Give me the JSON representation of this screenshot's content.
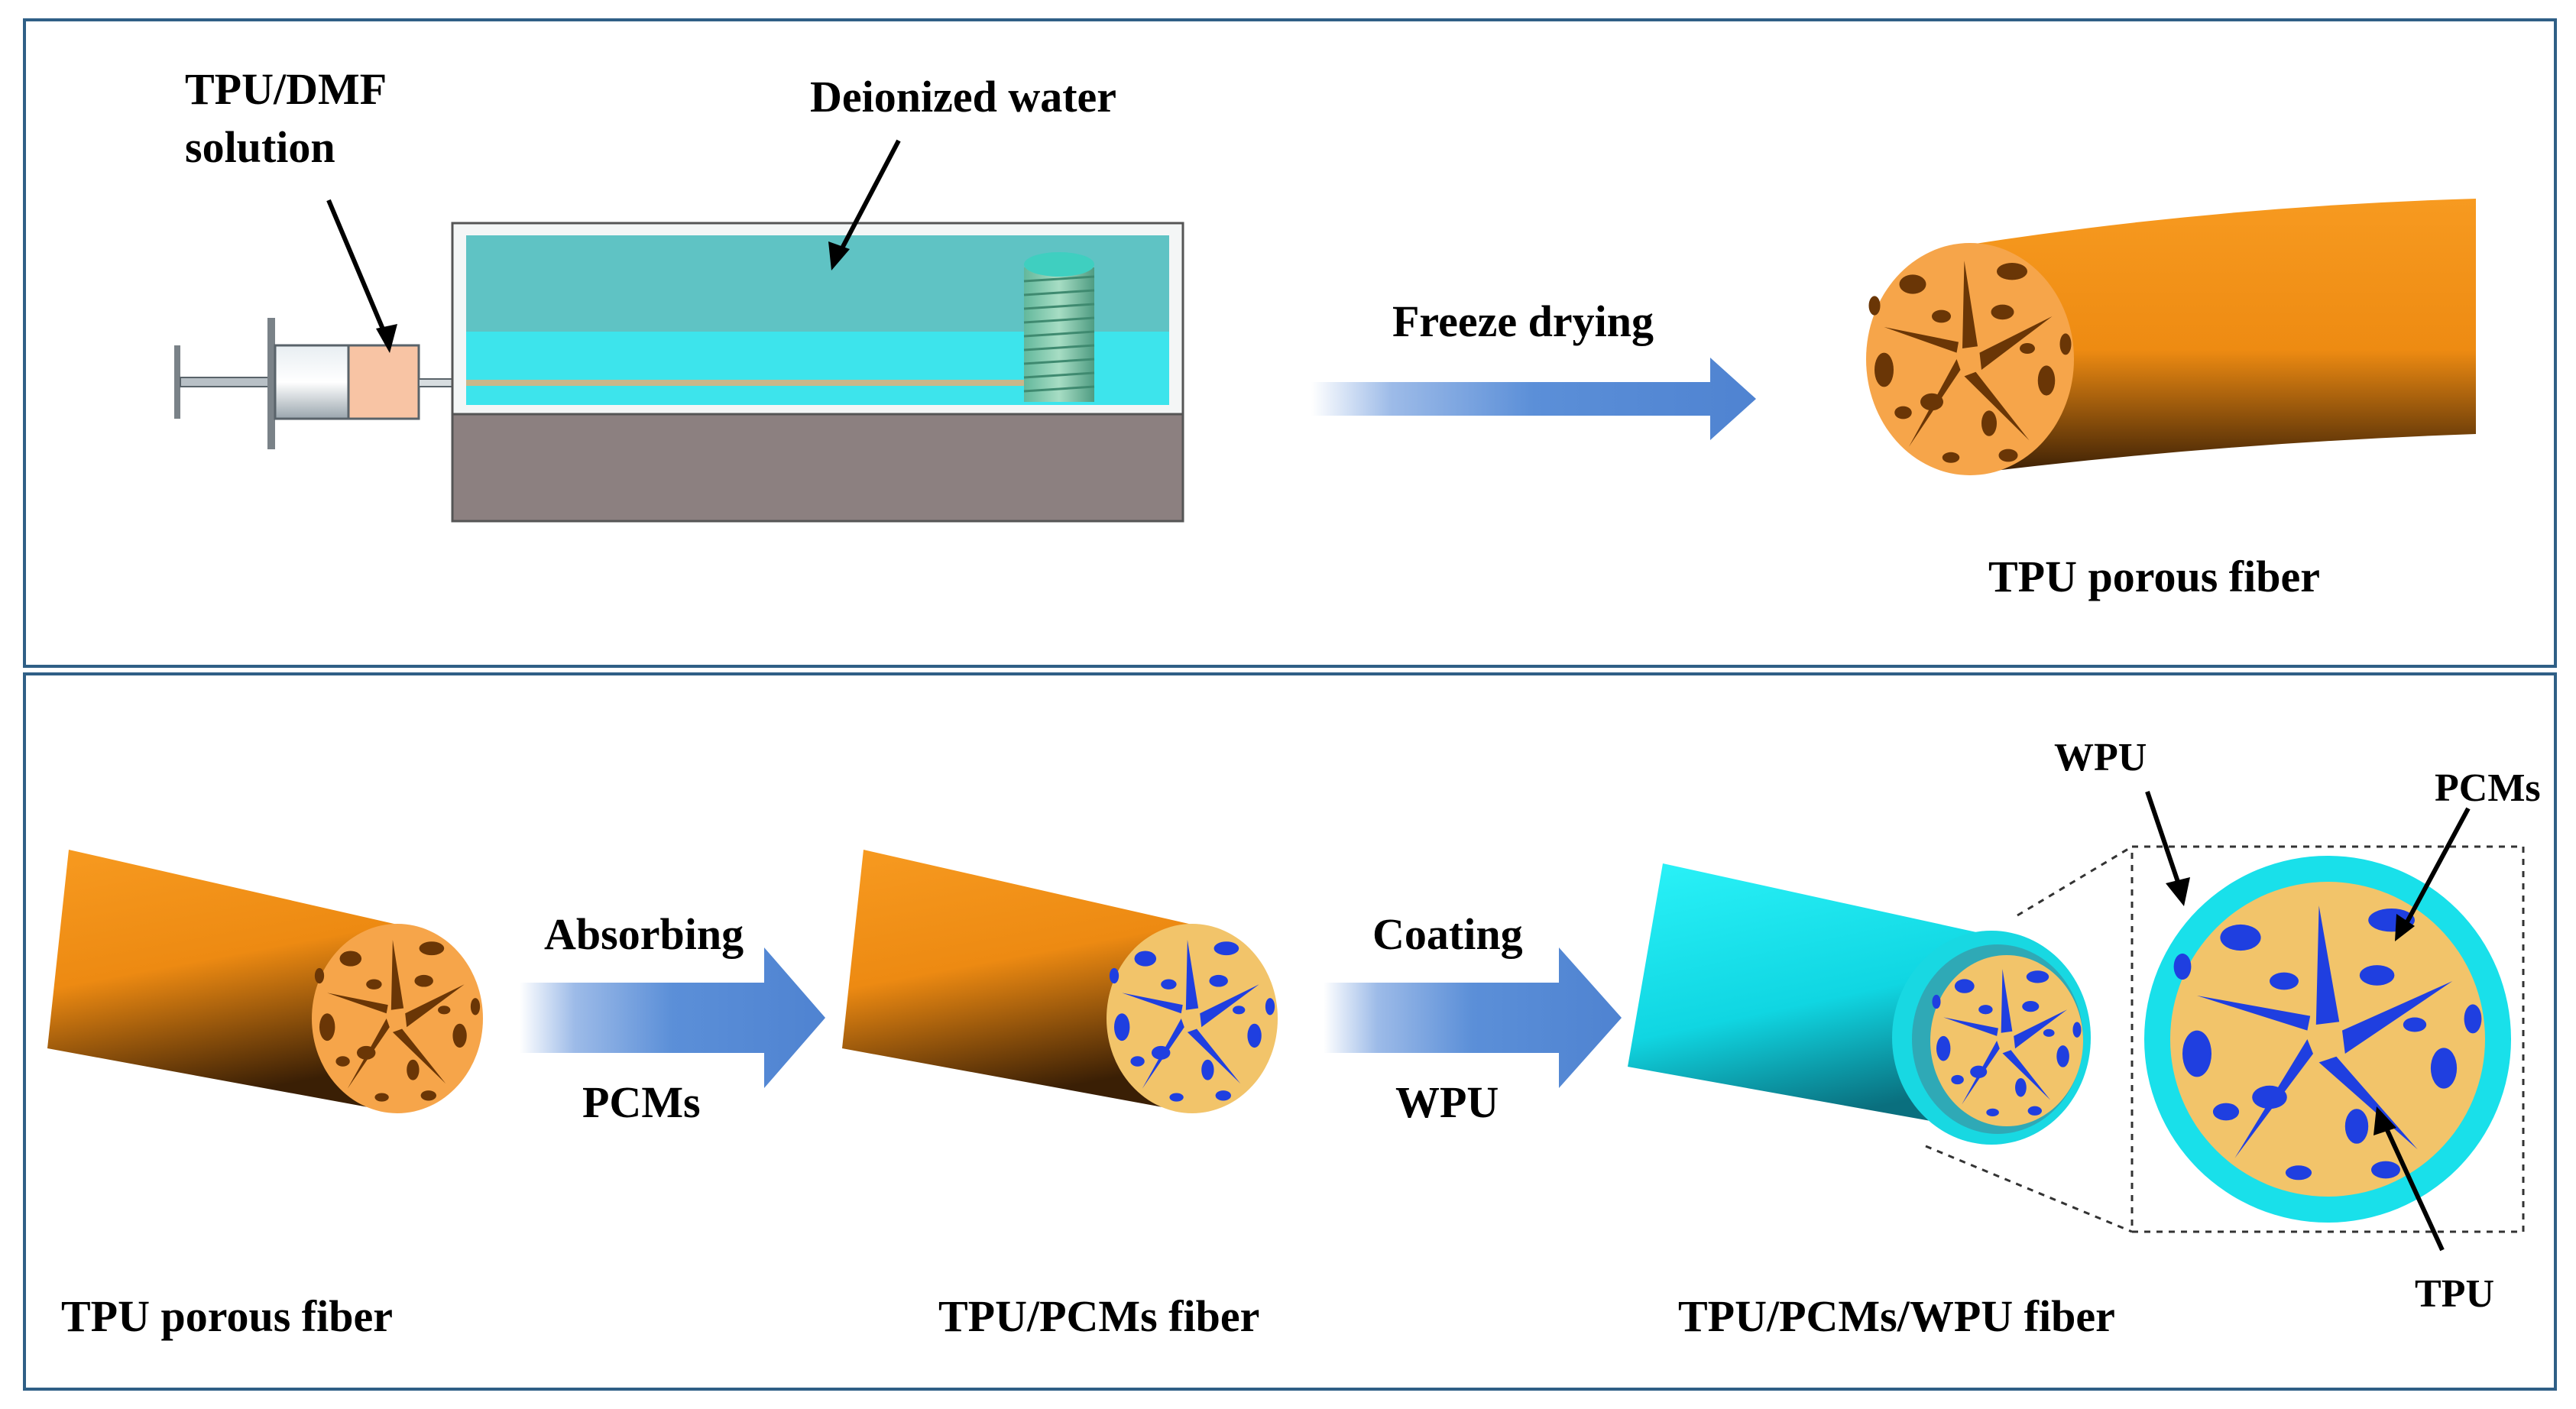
{
  "top": {
    "syringe_label": [
      "TPU/DMF",
      "solution"
    ],
    "bath_label": "Deionized water",
    "step_label": "Freeze drying",
    "fiber_label": "TPU porous fiber"
  },
  "bottom": {
    "fiber1_label": "TPU porous fiber",
    "step1_top": "Absorbing",
    "step1_bottom": "PCMs",
    "fiber2_label": "TPU/PCMs fiber",
    "step2_top": "Coating",
    "step2_bottom": "WPU",
    "fiber3_label": "TPU/PCMs/WPU fiber",
    "detail_labels": {
      "wpu": "WPU",
      "pcms": "PCMs",
      "tpu": "TPU"
    }
  },
  "colors": {
    "frame": "#2f5f86",
    "fiber_orange": "#f7941d",
    "fiber_dark": "#3a1f05",
    "cross_section": "#f6a54a",
    "pore": "#6a3606",
    "pcm_blue": "#1f3fe0",
    "tpu_matrix": "#f2c46a",
    "wpu_cyan": "#12e4ee",
    "water": "#58c2c6",
    "arrow_blue": "#5b8fd8",
    "base_gray": "#8c8080"
  }
}
